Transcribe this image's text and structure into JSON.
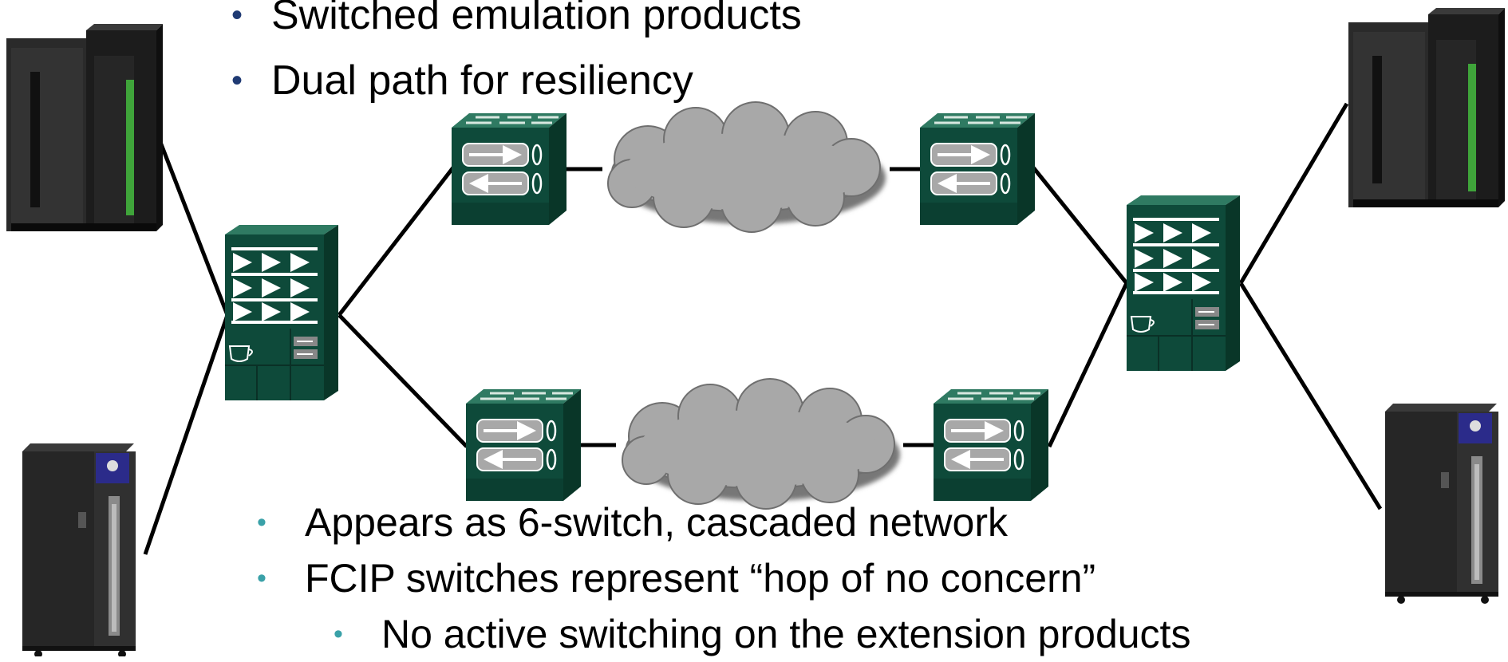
{
  "slide": {
    "top_bullets": [
      "Switched emulation products",
      "Dual path for resiliency"
    ],
    "bottom_bullets": [
      {
        "text": "Appears as 6-switch, cascaded network",
        "level": 1
      },
      {
        "text": "FCIP switches represent “hop of no concern”",
        "level": 1
      },
      {
        "text": "No active switching on the extension products",
        "level": 2
      }
    ]
  },
  "colors": {
    "switch_body": "#0e4a3a",
    "switch_top": "#2f7a62",
    "switch_side": "#093628",
    "cloud": "#a8a8a8",
    "link": "#000000",
    "top_bullet_dot": "#1f3a73",
    "bottom_bullet_dot": "#3aa1a8"
  },
  "icons": {
    "mainframe": "mainframe-server-icon",
    "tape_library": "tape-library-icon",
    "director": "director-switch-icon",
    "extension_switch": "fcip-extension-switch-icon",
    "wan": "wan-cloud-icon"
  }
}
